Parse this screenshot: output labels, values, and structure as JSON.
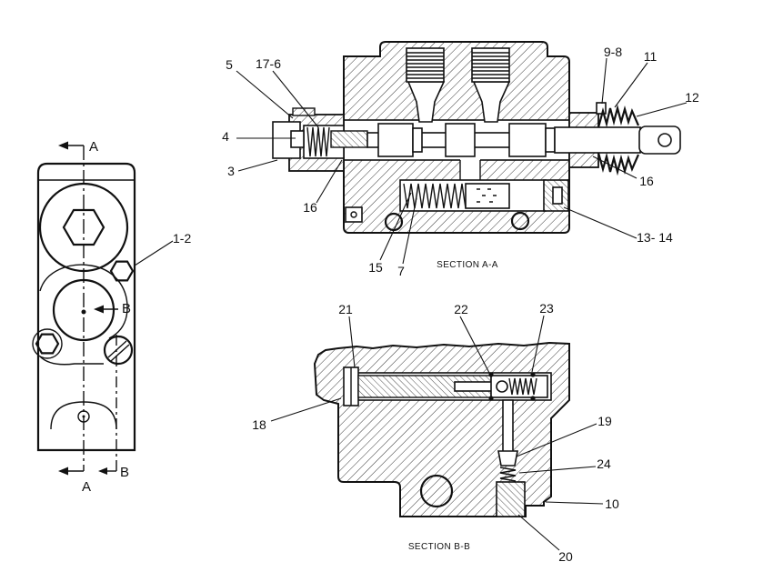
{
  "end_view": {
    "section_arrow_top": "A",
    "section_arrow_middle": "B",
    "section_arrow_bottom_a": "A",
    "section_arrow_bottom_b": "B",
    "callout_1_2": "1-2"
  },
  "section_a_a": {
    "title": "SECTION A-A",
    "callouts": {
      "c5": "5",
      "c17_6": "17-6",
      "c4": "4",
      "c3": "3",
      "c16_left": "16",
      "c9_8": "9-8",
      "c11": "11",
      "c12": "12",
      "c16_right": "16",
      "c13_14": "13- 14",
      "c15": "15",
      "c7": "7"
    }
  },
  "section_b_b": {
    "title": "SECTION B-B",
    "callouts": {
      "c21": "21",
      "c22": "22",
      "c23": "23",
      "c18": "18",
      "c19": "19",
      "c24": "24",
      "c10": "10",
      "c20": "20"
    }
  },
  "colors": {
    "line": "#111111",
    "background": "#ffffff"
  }
}
